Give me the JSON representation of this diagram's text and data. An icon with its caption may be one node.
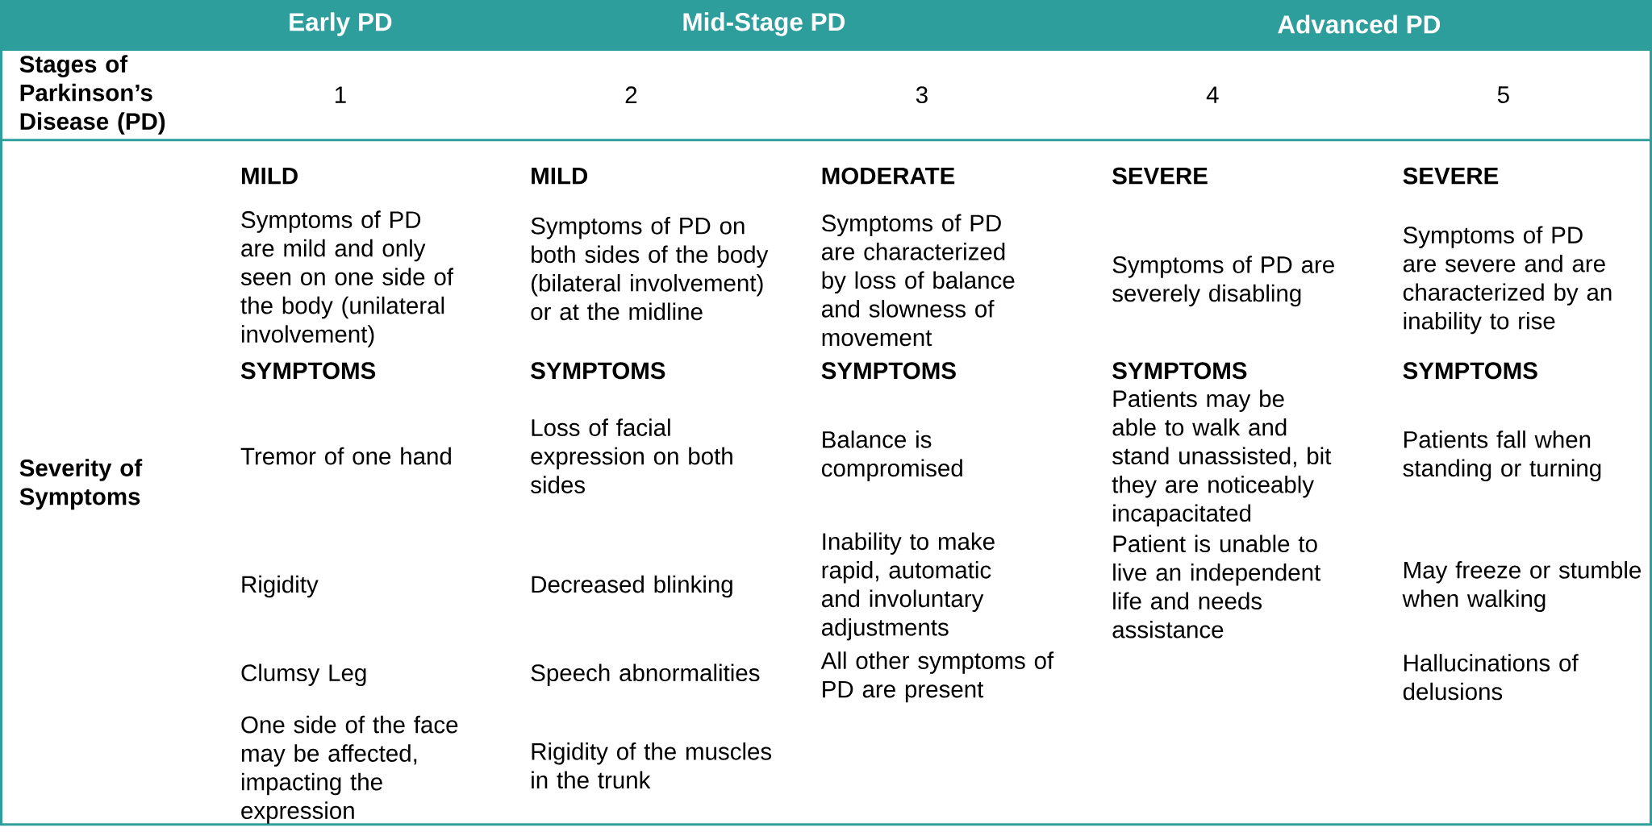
{
  "diagram": {
    "labels": [
      "Early PD",
      "Mid-Stage PD",
      "Advanced PD",
      "Stages of Parkinson’s Disease (PD)",
      "1",
      "2",
      "3",
      "4",
      "5",
      "Severity of Symptoms",
      "MILD",
      "MILD",
      "MODERATE",
      "SEVERE",
      "SEVERE",
      "Symptoms of PD are mild and only seen on one side of the body (unilateral involvement)",
      "Symptoms of PD on both sides of the body (bilateral involvement) or at the midline",
      "Symptoms of PD are characterized by loss of balance and slowness of movement",
      "Symptoms of PD are severely disabling",
      "Symptoms of PD are severe and are characterized by an inability to rise",
      "SYMPTOMS",
      "SYMPTOMS",
      "SYMPTOMS",
      "SYMPTOMS",
      "SYMPTOMS",
      "Tremor of one hand",
      "Loss of facial expression on both sides",
      "Balance is compromised",
      "Patients may be able to walk and stand unassisted, bit they are noticeably incapacitated",
      "Patients fall when standing or turning",
      "Rigidity",
      "Decreased blinking",
      "Inability to make rapid, automatic and involuntary adjustments",
      "Patient is unable to live an independent life and needs assistance",
      "May freeze or stumble when walking",
      "Clumsy Leg",
      "Speech abnormalities",
      "All other symptoms of PD are present",
      "Hallucinations of delusions",
      "One side of the face may be affected, impacting the expression",
      "Rigidity of the muscles in the trunk"
    ]
  }
}
